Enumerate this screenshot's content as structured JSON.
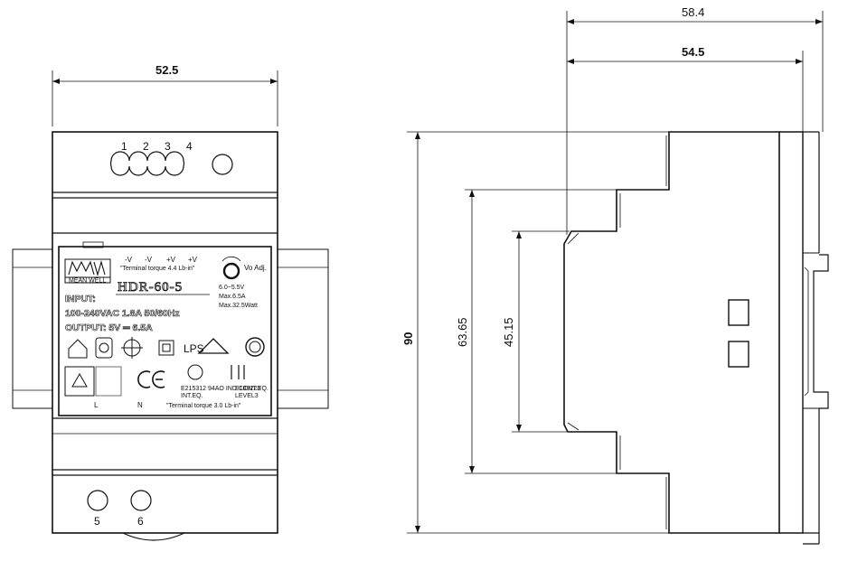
{
  "dimensions": {
    "front_width": "52.5",
    "side_total_depth": "58.4",
    "side_body_depth": "54.5",
    "height": "90",
    "profile_step": "63.65",
    "profile_inner": "45.15"
  },
  "terminals": {
    "top": [
      "1",
      "2",
      "3",
      "4"
    ],
    "bottom": [
      "5",
      "6"
    ],
    "input_labels": [
      "L",
      "N"
    ]
  },
  "label": {
    "brand": "MEAN WELL",
    "model": "HDR-60-5",
    "output_pins": [
      "-V",
      "-V",
      "+V",
      "+V"
    ],
    "adj_label": "Vo Adj.",
    "torque_top": "\"Terminal torque 4.4 Lb-in\"",
    "torque_bottom": "\"Terminal torque 3.0 Lb-in\"",
    "rating_lines": [
      "6.0~5.5V",
      "Max.6.5A",
      "Max.32.5Watt"
    ],
    "input_title": "INPUT:",
    "input_spec": "100-240VAC  1.8A  50/60Hz",
    "output_spec": "OUTPUT: 5V ═ 6.5A",
    "lps": "LPS",
    "cert_codes": [
      "E183223",
      "INT.EQ.",
      "LEVEL3"
    ],
    "ul_text": "E215312  94AO  IND.CONT.EQ.",
    "ce": "CE"
  },
  "icons": [
    "house-icon",
    "transformer-icon",
    "no-ground-icon",
    "double-insulation-icon",
    "lps-mark",
    "efficiency-mark",
    "triangle-mark",
    "ce-mark",
    "ul-listed-mark",
    "ul-recognized-mark"
  ]
}
